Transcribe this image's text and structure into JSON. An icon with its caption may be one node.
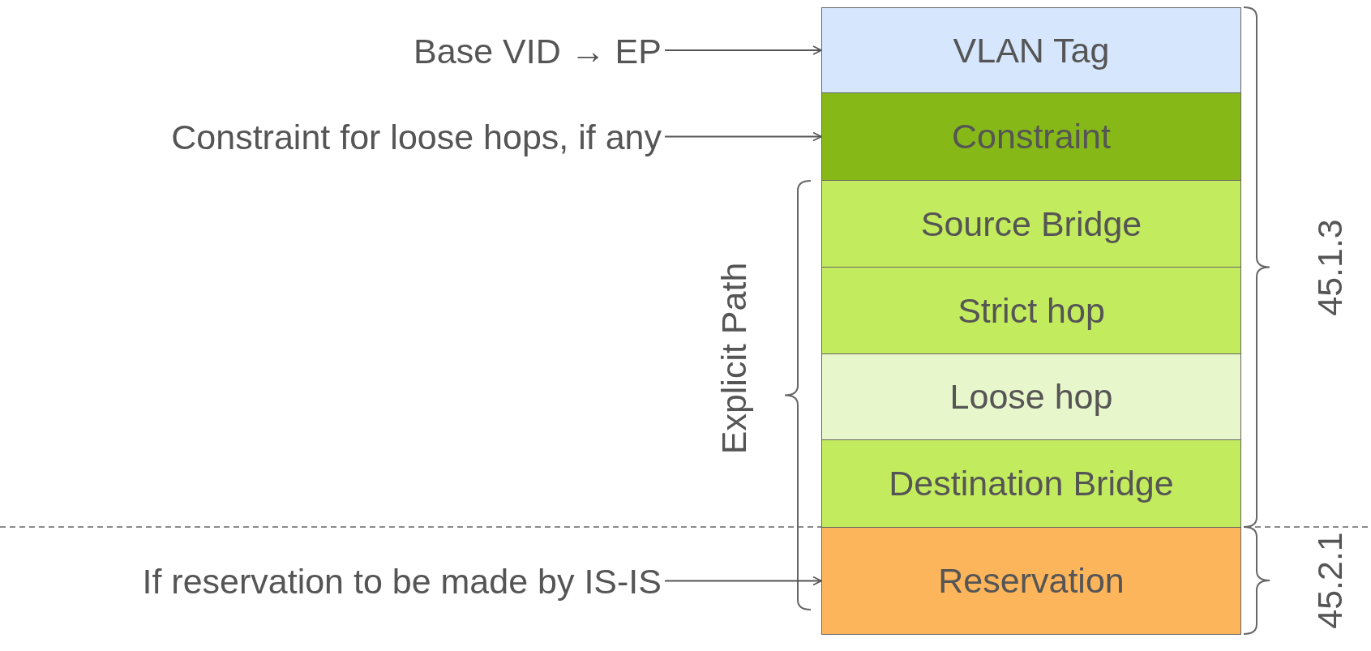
{
  "diagram": {
    "nodes": [
      {
        "text": [
          "Base VID → EP"
        ]
      },
      {
        "text": [
          "Constraint for loose hops, if any"
        ]
      },
      {
        "text": [
          "If reservation to be made by IS-IS"
        ]
      },
      {
        "text": [
          "VLAN Tag"
        ]
      },
      {
        "text": [
          "Constraint"
        ]
      },
      {
        "text": [
          "Source Bridge"
        ]
      },
      {
        "text": [
          "Strict hop"
        ]
      },
      {
        "text": [
          "Loose hop"
        ]
      },
      {
        "text": [
          "Destination Bridge"
        ]
      },
      {
        "text": [
          "Reservation"
        ]
      }
    ],
    "edges": [
      {
        "from": 0,
        "to": 3,
        "arrow": "to"
      },
      {
        "from": 1,
        "to": 4,
        "arrow": "to"
      },
      {
        "from": 2,
        "to": 9,
        "arrow": "to"
      }
    ],
    "labels": [
      "Explicit Path",
      "45.1.3",
      "45.2.1"
    ]
  }
}
